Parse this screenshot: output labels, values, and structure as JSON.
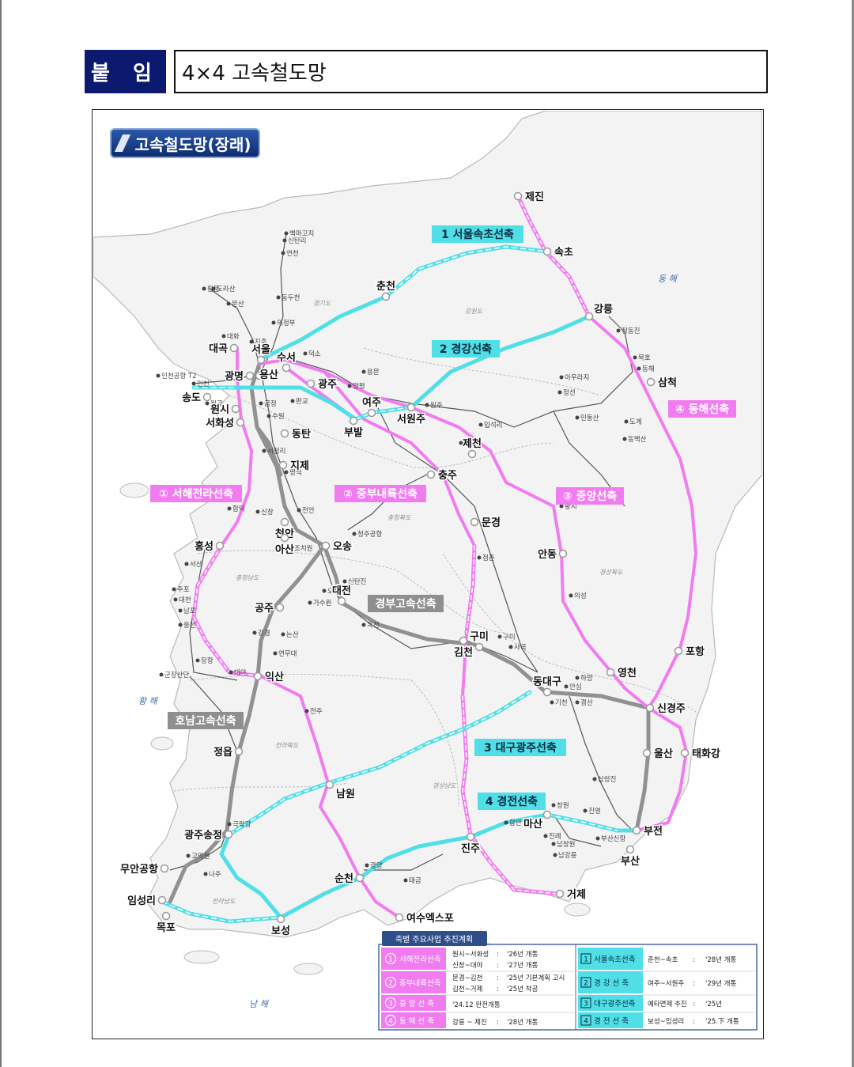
{
  "header": {
    "badge": "붙 임",
    "title": "4×4 고속철도망"
  },
  "map": {
    "title": "고속철도망(장래)",
    "seas": {
      "east": "동 해",
      "west": "황 해",
      "south": "남 해"
    },
    "provinces": [
      "경기도",
      "강원도",
      "충청북도",
      "충청남도",
      "경상북도",
      "전라북도",
      "경상남도",
      "전라남도"
    ],
    "colors": {
      "magenta": "#f07cf0",
      "cyan": "#50dfe6",
      "gray": "#909090",
      "land": "#f4f4f4",
      "sea": "#ffffff"
    },
    "line_labels": {
      "seoul_sokcho": "1 서울속초선축",
      "gyeonggang": "2 경강선축",
      "daegu_gwangju": "3 대구광주선축",
      "gyeongjeon": "4 경전선축",
      "seohae_jeolla": "① 서해전라선축",
      "jungbu_naeryuk": "② 중부내륙선축",
      "jungang": "③ 중앙선축",
      "donghae": "④ 동해선축",
      "gyeongbu": "경부고속선축",
      "honam": "호남고속선축"
    },
    "major_stations": [
      "제진",
      "속초",
      "춘천",
      "강릉",
      "삼척",
      "서울",
      "수서",
      "대곡",
      "광명",
      "용산",
      "광주",
      "송도",
      "원시",
      "서화성",
      "여주",
      "서원주",
      "부발",
      "동탄",
      "지제",
      "제천",
      "충주",
      "홍성",
      "천안",
      "아산",
      "오송",
      "문경",
      "안동",
      "공주",
      "대전",
      "김천",
      "구미",
      "영천",
      "포항",
      "익산",
      "동대구",
      "신경주",
      "정읍",
      "울산",
      "태화강",
      "남원",
      "광주송정",
      "마산",
      "부전",
      "부산",
      "진주",
      "무안공항",
      "순천",
      "임성리",
      "거제",
      "목포",
      "보성",
      "여수엑스포"
    ],
    "minor_stations": [
      "백마고지",
      "신탄리",
      "연천",
      "도라산",
      "판문",
      "문산",
      "동두천",
      "의정부",
      "대화",
      "지축",
      "인천공항 T2",
      "인천",
      "월곶",
      "금정",
      "수원",
      "판교",
      "덕소",
      "용문",
      "양평",
      "원주",
      "평택",
      "서정리",
      "정동진",
      "묵호",
      "동해",
      "아우라지",
      "정선",
      "민둥산",
      "도계",
      "동백산",
      "입석리",
      "풍양",
      "황지",
      "합덕",
      "신창",
      "조치원",
      "청주공항",
      "전안",
      "서산",
      "주포",
      "대천",
      "남포",
      "웅천",
      "장항",
      "군장산단",
      "대야",
      "신탄진",
      "오정",
      "가수원",
      "옥천",
      "강경",
      "논산",
      "연무대",
      "점촌",
      "의성",
      "구미",
      "사곡",
      "하양",
      "안심",
      "기천",
      "경산",
      "전주",
      "삼랑진",
      "진영",
      "창원",
      "진례",
      "부산신항",
      "남창원",
      "남강릉",
      "극락강",
      "고막원",
      "나주",
      "광양",
      "태금",
      "함안"
    ]
  },
  "legend": {
    "title": "축별 주요사업 추진계획",
    "left": [
      {
        "num": "①",
        "name": "서해전라선축",
        "rows": [
          {
            "route": "원시~서화성",
            "colon": ":",
            "plan": "'26년 개통"
          },
          {
            "route": "신창~대야",
            "colon": ":",
            "plan": "'27년 개통"
          }
        ]
      },
      {
        "num": "②",
        "name": "중부내륙선축",
        "rows": [
          {
            "route": "문경~김천",
            "colon": ":",
            "plan": "'25년 기본계획 고시"
          },
          {
            "route": "김천~거제",
            "colon": ":",
            "plan": "'25년 착공"
          }
        ]
      },
      {
        "num": "③",
        "name": "중 앙 선 축",
        "rows": [
          {
            "route": "'24.12 완전개통",
            "colon": "",
            "plan": ""
          }
        ]
      },
      {
        "num": "④",
        "name": "동 해 선 축",
        "rows": [
          {
            "route": "강릉 ~ 제진",
            "colon": ":",
            "plan": "'28년 개통"
          }
        ]
      }
    ],
    "right": [
      {
        "num": "1",
        "name": "서울속초선축",
        "route": "춘천~속초",
        "colon": ":",
        "plan": "'28년 개통"
      },
      {
        "num": "2",
        "name": "경 강 선 축",
        "route": "여주~서원주",
        "colon": ":",
        "plan": "'29년 개통"
      },
      {
        "num": "3",
        "name": "대구광주선축",
        "route": "예타면제 추진",
        "colon": ":",
        "plan": "'25년"
      },
      {
        "num": "4",
        "name": "경 전 선 축",
        "route": "보성~임성리",
        "colon": ":",
        "plan": "'25.下 개통"
      }
    ]
  }
}
